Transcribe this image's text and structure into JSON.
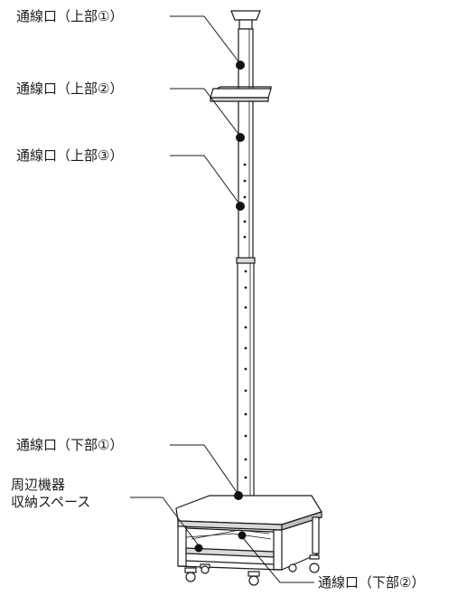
{
  "labels": {
    "upper1": "通線口（上部①）",
    "upper2": "通線口（上部②）",
    "upper3": "通線口（上部③）",
    "lower1": "通線口（下部①）",
    "storage_line1": "周辺機器",
    "storage_line2": "収納スペース",
    "lower2": "通線口（下部②）"
  },
  "colors": {
    "line": "#1a1a1a",
    "fill": "#ffffff",
    "shade": "#d9d9d9",
    "hole": "#111111"
  }
}
